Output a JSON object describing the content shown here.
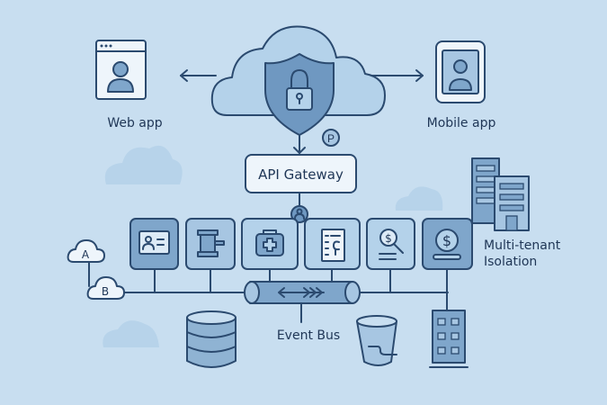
{
  "labels": {
    "web_app": "Web app",
    "mobile_app": "Mobile app",
    "api_gateway": "API Gateway",
    "event_bus": "Event Bus",
    "multi_tenant_line1": "Multi-tenant",
    "multi_tenant_line2": "Isolation",
    "badge_p": "P",
    "cloud_a": "A",
    "cloud_b": "B"
  },
  "colors": {
    "background": "#c8def0",
    "stroke": "#2b4a6f",
    "fill_dark": "#7fa6cb",
    "fill_mid": "#a7c6e2",
    "fill_light": "#eef5fb"
  },
  "services": [
    {
      "icon": "id-card-icon"
    },
    {
      "icon": "gavel-icon"
    },
    {
      "icon": "medical-kit-icon"
    },
    {
      "icon": "document-icon"
    },
    {
      "icon": "money-search-icon"
    },
    {
      "icon": "dollar-coin-icon"
    }
  ]
}
